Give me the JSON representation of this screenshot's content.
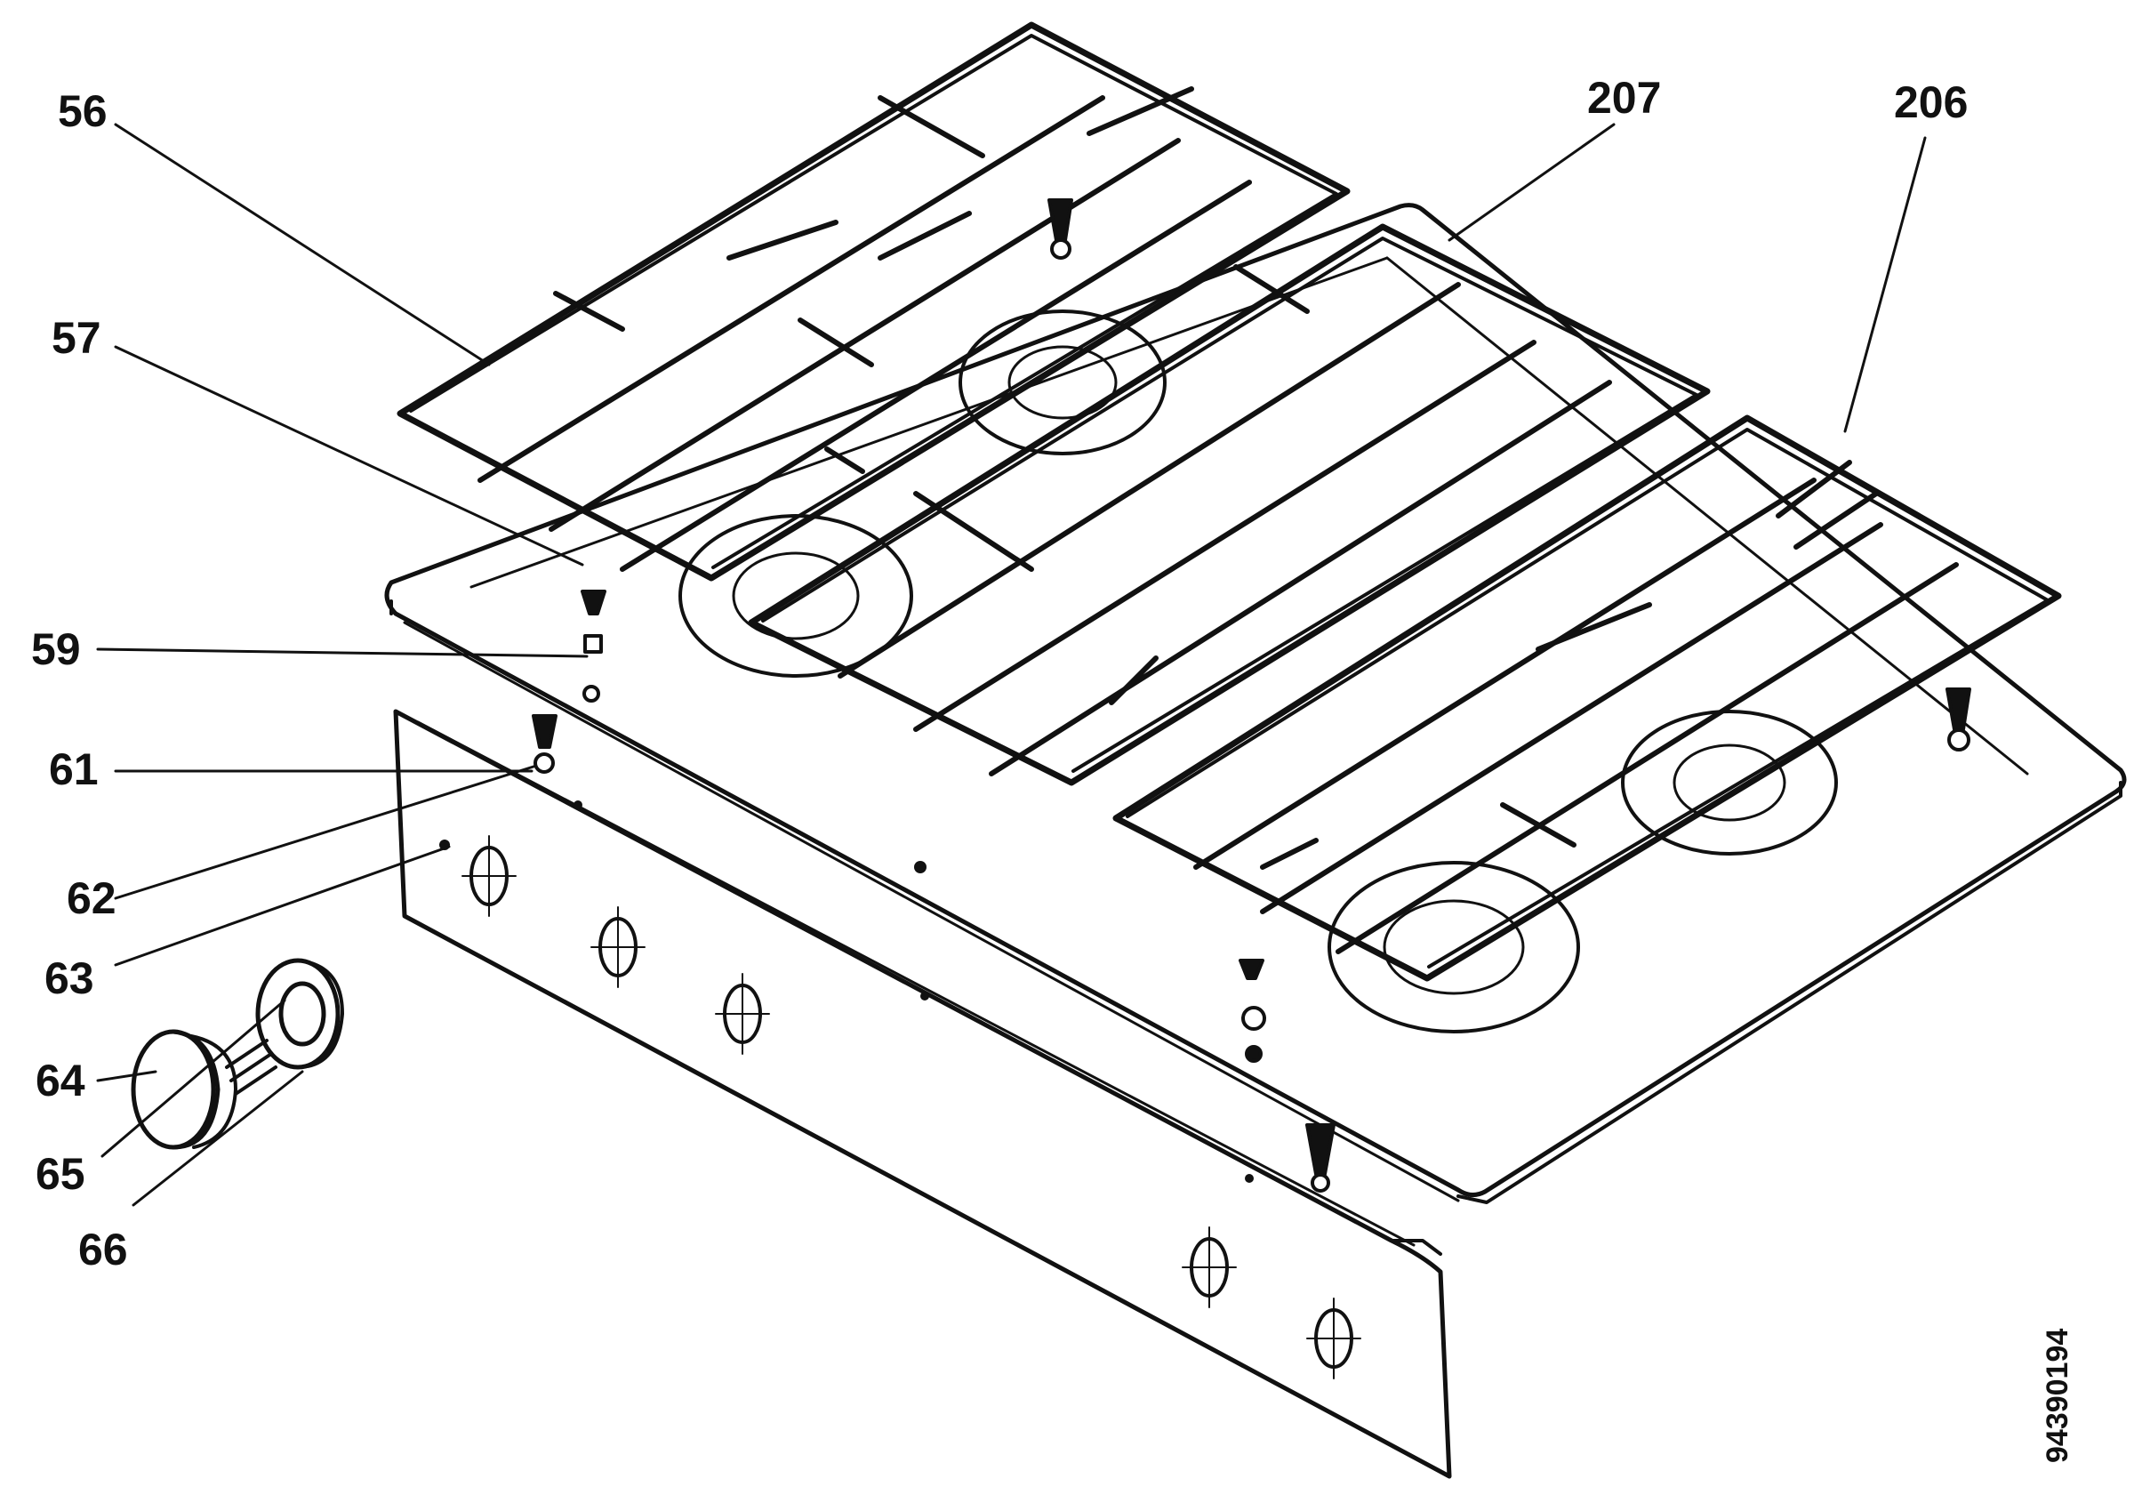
{
  "diagram": {
    "callouts": {
      "c56": "56",
      "c57": "57",
      "c59": "59",
      "c61": "61",
      "c62": "62",
      "c63": "63",
      "c64": "64",
      "c65": "65",
      "c66": "66",
      "c206": "206",
      "c207": "207"
    },
    "document_number": "94390194"
  },
  "colors": {
    "ink": "#111111",
    "paper": "#ffffff"
  }
}
